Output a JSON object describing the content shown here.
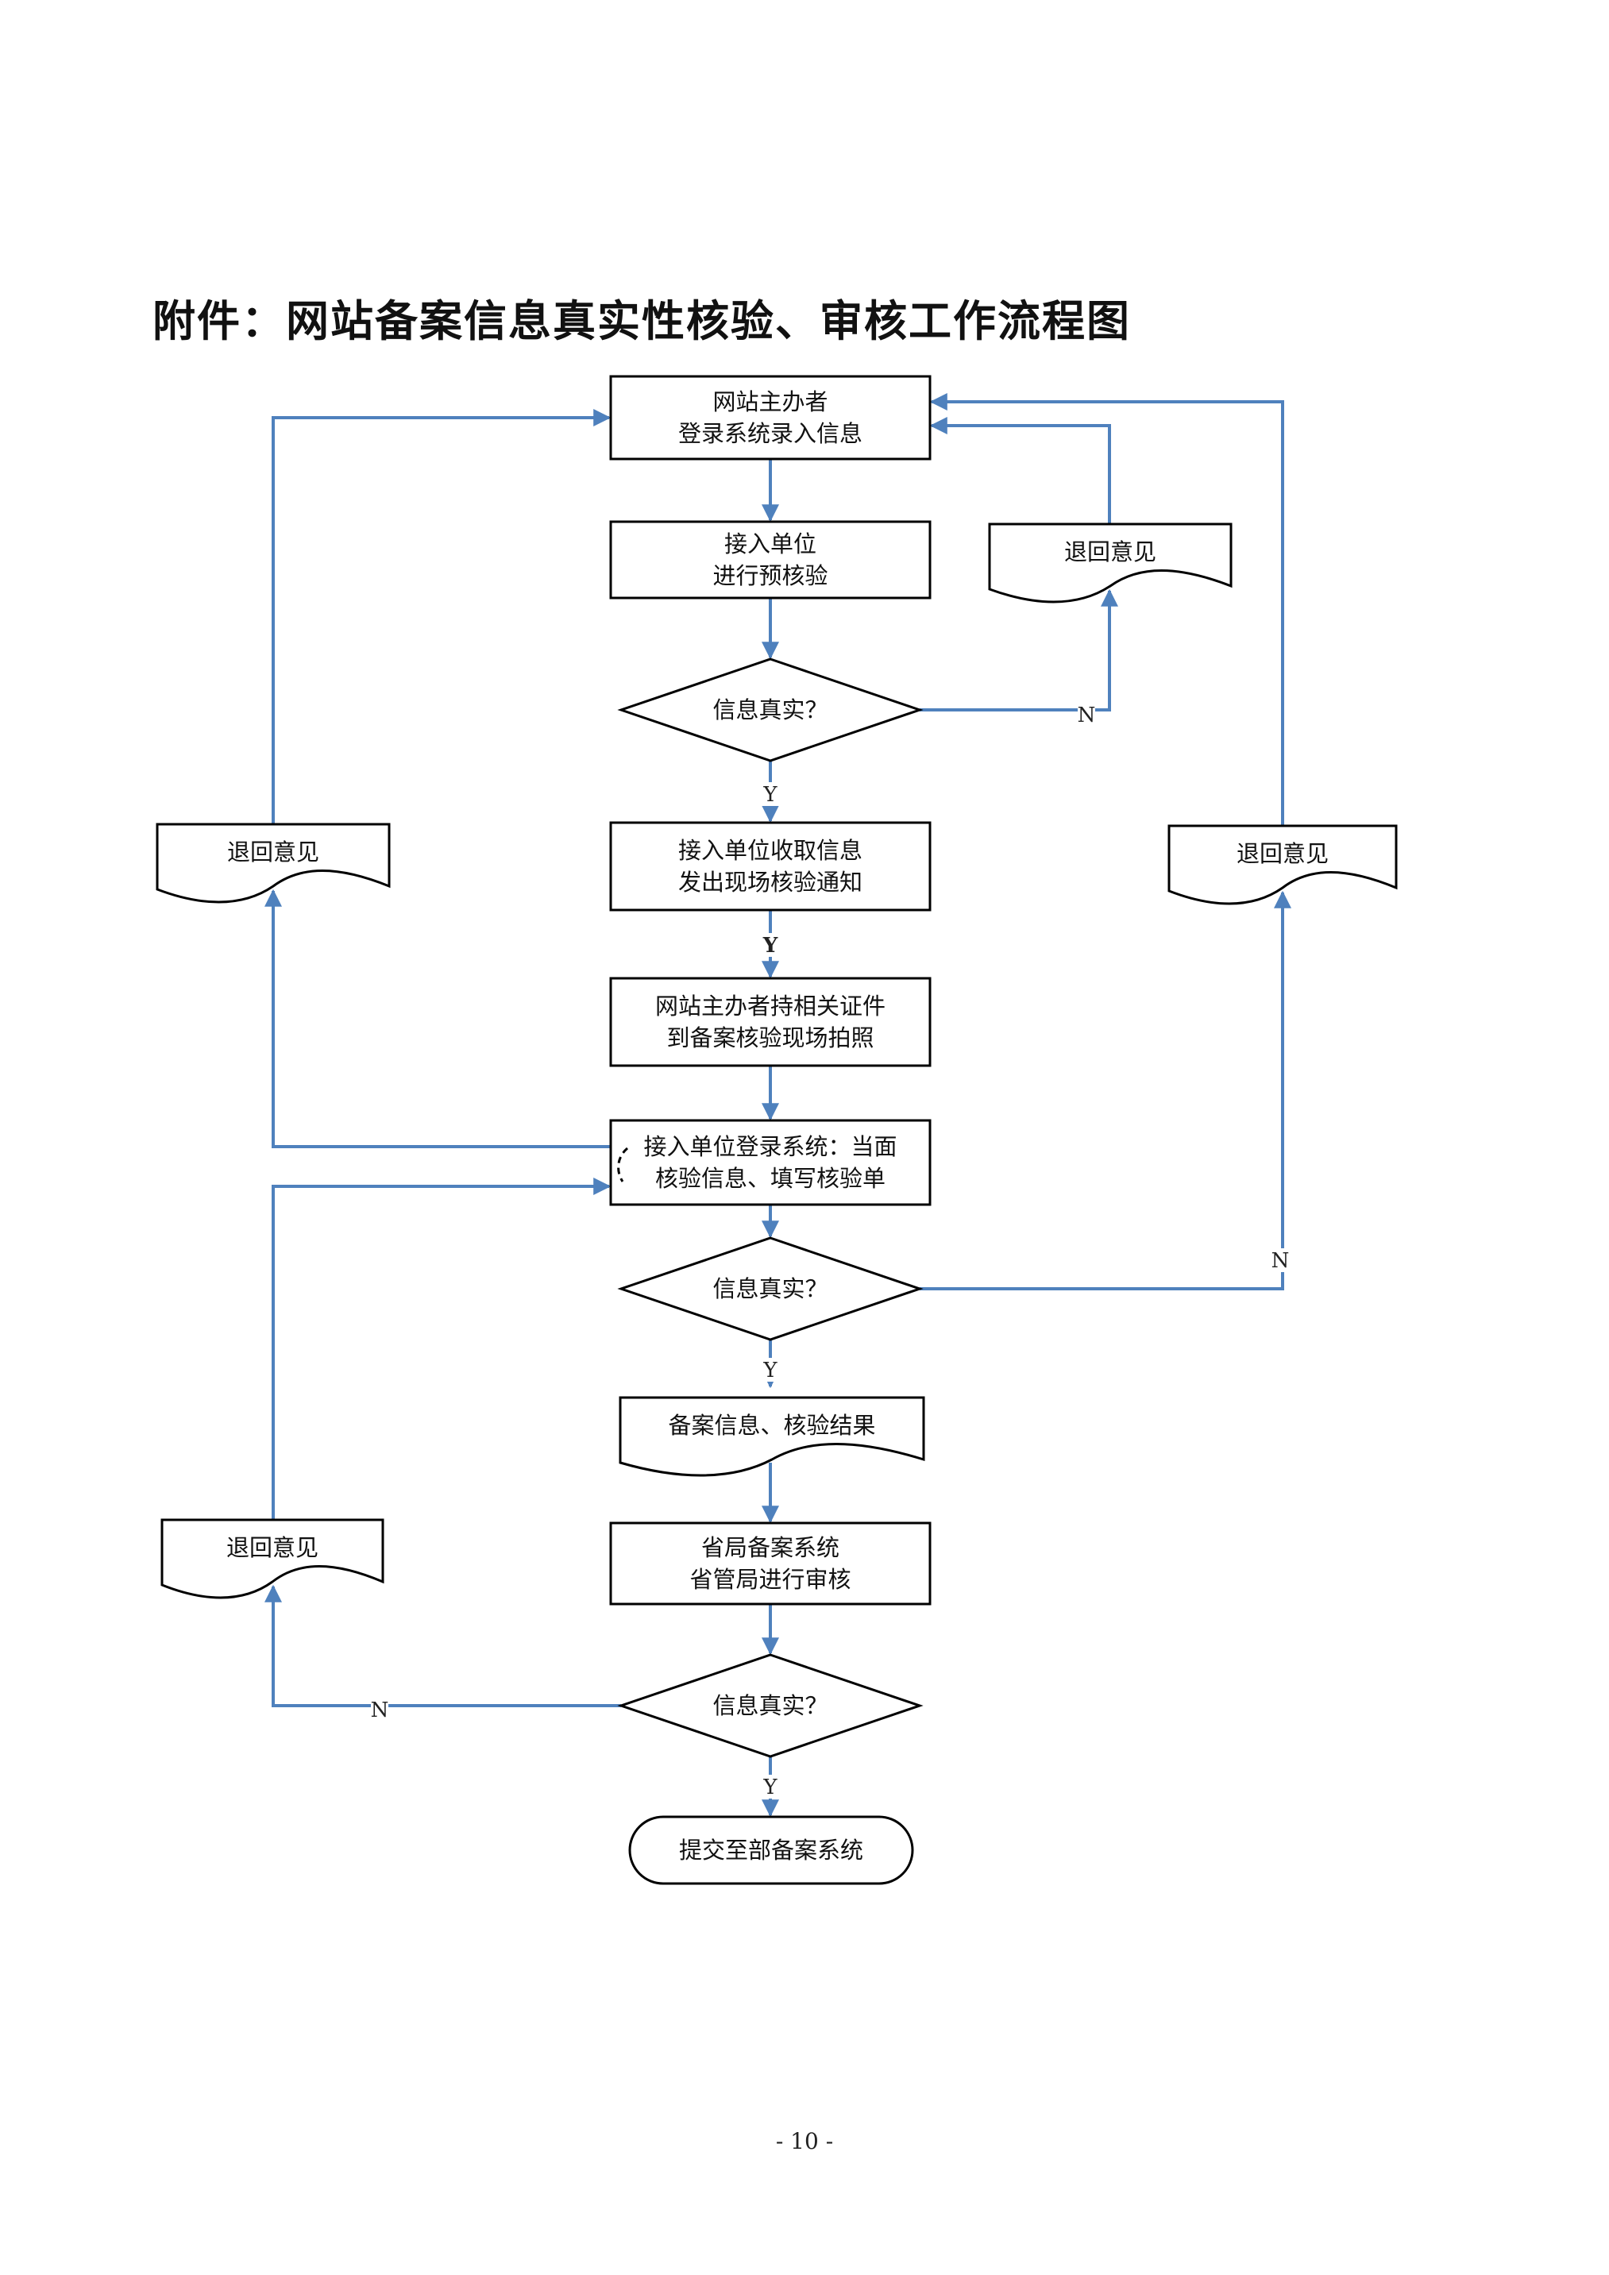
{
  "title": "附件：网站备案信息真实性核验、审核工作流程图",
  "page_number": "- 10 -",
  "colors": {
    "edge": "#4f81bd",
    "box_stroke": "#000000"
  },
  "nodes": {
    "n1": {
      "type": "process",
      "lines": [
        "网站主办者",
        "登录系统录入信息"
      ]
    },
    "n2": {
      "type": "process",
      "lines": [
        "接入单位",
        "进行预核验"
      ]
    },
    "d1": {
      "type": "decision",
      "lines": [
        "信息真实？"
      ]
    },
    "r1": {
      "type": "document",
      "lines": [
        "退回意见"
      ]
    },
    "n3": {
      "type": "process",
      "lines": [
        "接入单位收取信息",
        "发出现场核验通知"
      ]
    },
    "n4": {
      "type": "process",
      "lines": [
        "网站主办者持相关证件",
        "到备案核验现场拍照"
      ]
    },
    "n5": {
      "type": "process",
      "lines": [
        "接入单位登录系统：当面",
        "核验信息、填写核验单"
      ]
    },
    "rl": {
      "type": "document",
      "lines": [
        "退回意见"
      ]
    },
    "rr": {
      "type": "document",
      "lines": [
        "退回意见"
      ]
    },
    "d2": {
      "type": "decision",
      "lines": [
        "信息真实？"
      ]
    },
    "doc1": {
      "type": "document",
      "lines": [
        "备案信息、核验结果"
      ]
    },
    "n6": {
      "type": "process",
      "lines": [
        "省局备案系统",
        "省管局进行审核"
      ]
    },
    "rb": {
      "type": "document",
      "lines": [
        "退回意见"
      ]
    },
    "d3": {
      "type": "decision",
      "lines": [
        "信息真实？"
      ]
    },
    "end": {
      "type": "terminal",
      "lines": [
        "提交至部备案系统"
      ]
    }
  },
  "edges": [
    {
      "from": "n1",
      "to": "n2",
      "label": ""
    },
    {
      "from": "n2",
      "to": "d1",
      "label": ""
    },
    {
      "from": "d1",
      "to": "r1",
      "label": "N"
    },
    {
      "from": "r1",
      "to": "n1",
      "label": ""
    },
    {
      "from": "d1",
      "to": "n3",
      "label": "Y"
    },
    {
      "from": "n3",
      "to": "n4",
      "label": "Y"
    },
    {
      "from": "n4",
      "to": "n5",
      "label": ""
    },
    {
      "from": "n5",
      "to": "rl",
      "label": ""
    },
    {
      "from": "rl",
      "to": "n1",
      "label": ""
    },
    {
      "from": "n5",
      "to": "d2",
      "label": ""
    },
    {
      "from": "d2",
      "to": "rr",
      "label": "N"
    },
    {
      "from": "rr",
      "to": "n1",
      "label": ""
    },
    {
      "from": "d2",
      "to": "doc1",
      "label": "Y"
    },
    {
      "from": "doc1",
      "to": "n6",
      "label": ""
    },
    {
      "from": "n6",
      "to": "d3",
      "label": ""
    },
    {
      "from": "d3",
      "to": "rb",
      "label": "N"
    },
    {
      "from": "rb",
      "to": "n5",
      "label": ""
    },
    {
      "from": "d3",
      "to": "end",
      "label": "Y"
    }
  ]
}
